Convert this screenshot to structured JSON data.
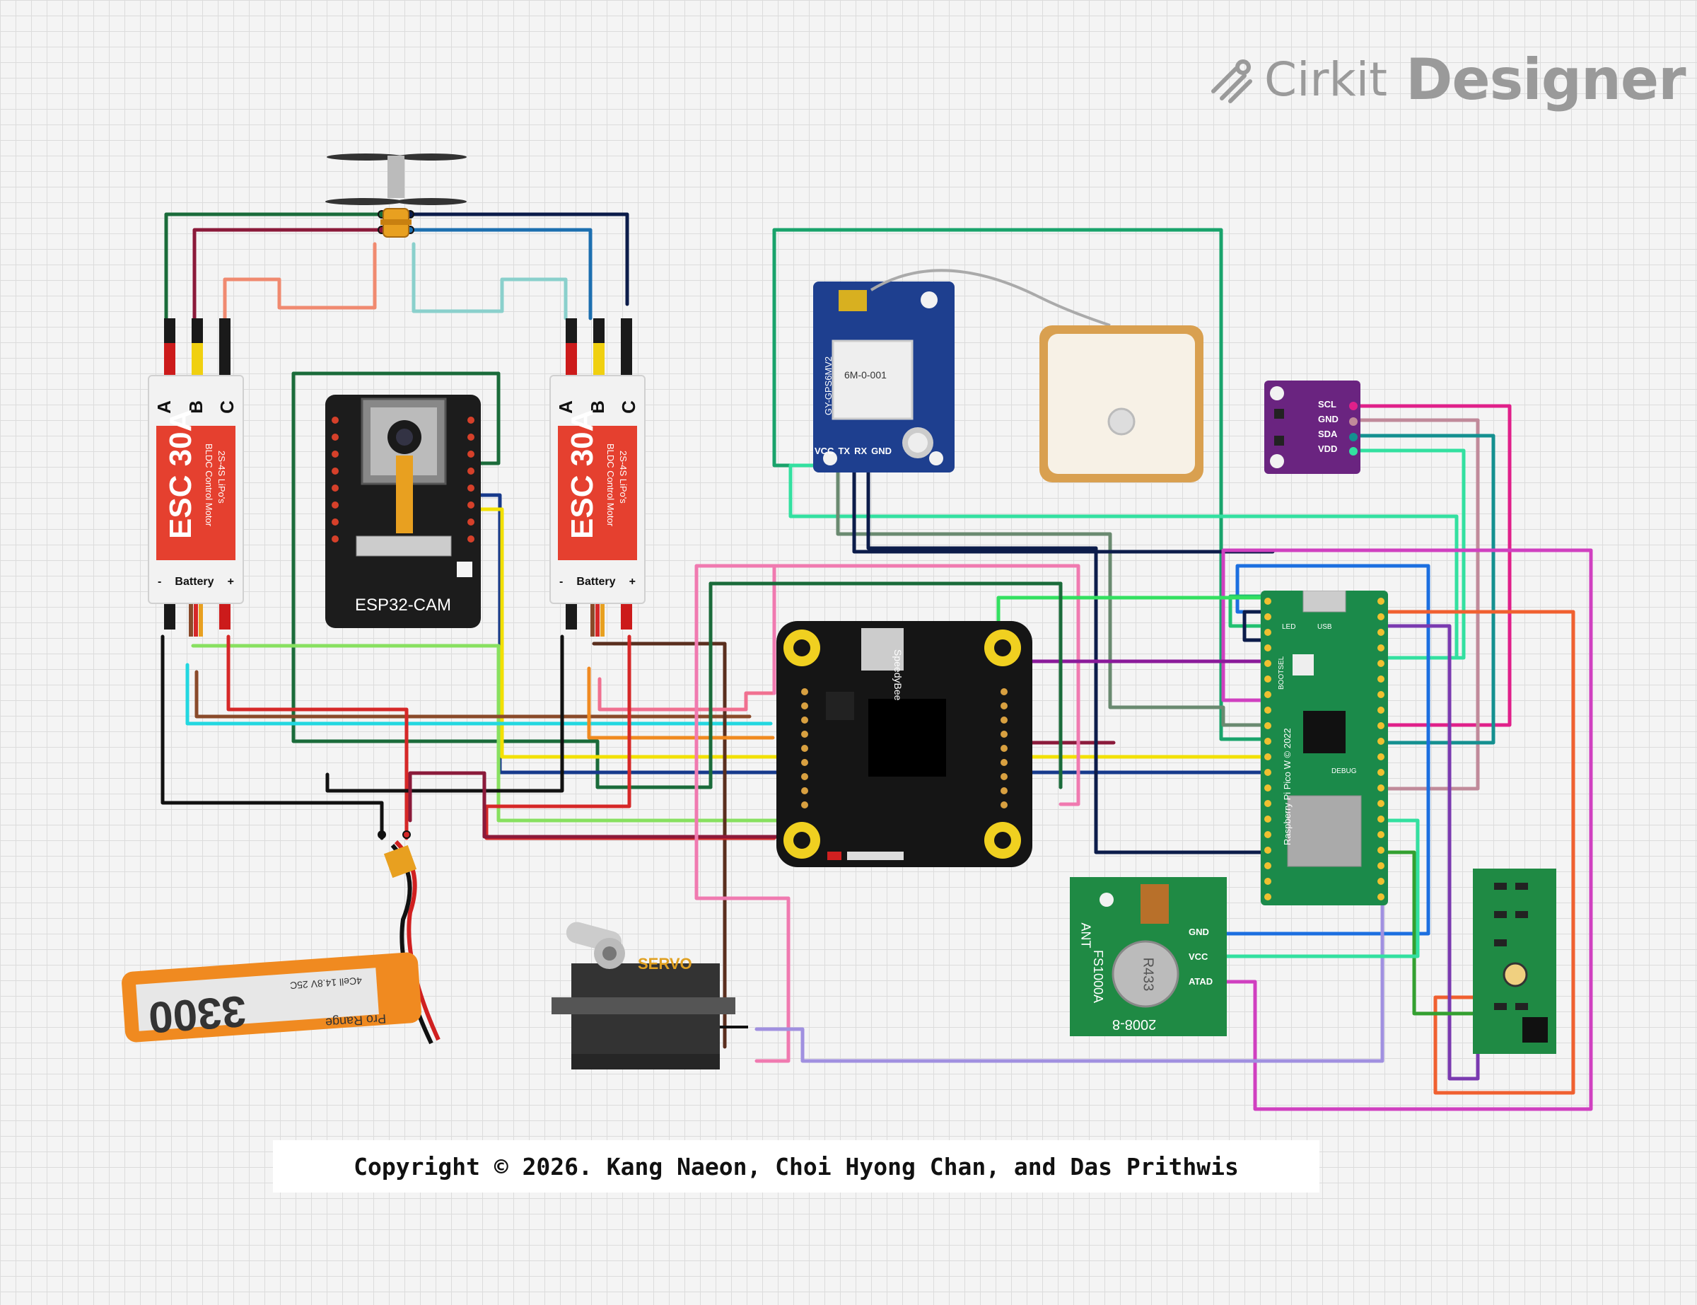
{
  "branding": {
    "logo_text_1": "Cirkit",
    "logo_text_2": "Designer"
  },
  "copyright": "Copyright © 2026. Kang Naeon, Choi Hyong Chan, and Das Prithwis",
  "components": {
    "esc_left": {
      "title": "ESC 30A",
      "subtitle": "BLDC Control Motor",
      "subtitle2": "2S-4S LiPo's",
      "pin_a": "A",
      "pin_b": "B",
      "pin_c": "C",
      "minus": "-",
      "battery": "Battery",
      "plus": "+"
    },
    "esc_right": {
      "title": "ESC 30A",
      "subtitle": "BLDC Control Motor",
      "subtitle2": "2S-4S LiPo's",
      "pin_a": "A",
      "pin_b": "B",
      "pin_c": "C",
      "minus": "-",
      "battery": "Battery",
      "plus": "+"
    },
    "esp32": {
      "label": "ESP32-CAM"
    },
    "gps": {
      "pins": [
        "VCC",
        "TX",
        "RX",
        "GND"
      ],
      "module_label": "GY-GPS6MV2",
      "chip_text": "6M-0-001"
    },
    "sensor": {
      "pins": [
        "SCL",
        "GND",
        "SDA",
        "VDD"
      ]
    },
    "pico": {
      "labels": [
        "LED",
        "USB",
        "BOOTSEL",
        "DEBUG"
      ],
      "board_text": "Raspberry Pi Pico W © 2022"
    },
    "rf_tx": {
      "pins": [
        "GND",
        "VCC",
        "ATAD"
      ],
      "chip": "R433",
      "model": "FS1000A",
      "code": "2008-8",
      "ant": "ANT"
    },
    "servo": {
      "label": "SERVO"
    },
    "battery": {
      "capacity": "3300",
      "spec": "4Cell 14.8V 25C",
      "brand": "Pro Range"
    },
    "flight_controller": {
      "brand": "SpeedyBee"
    }
  }
}
